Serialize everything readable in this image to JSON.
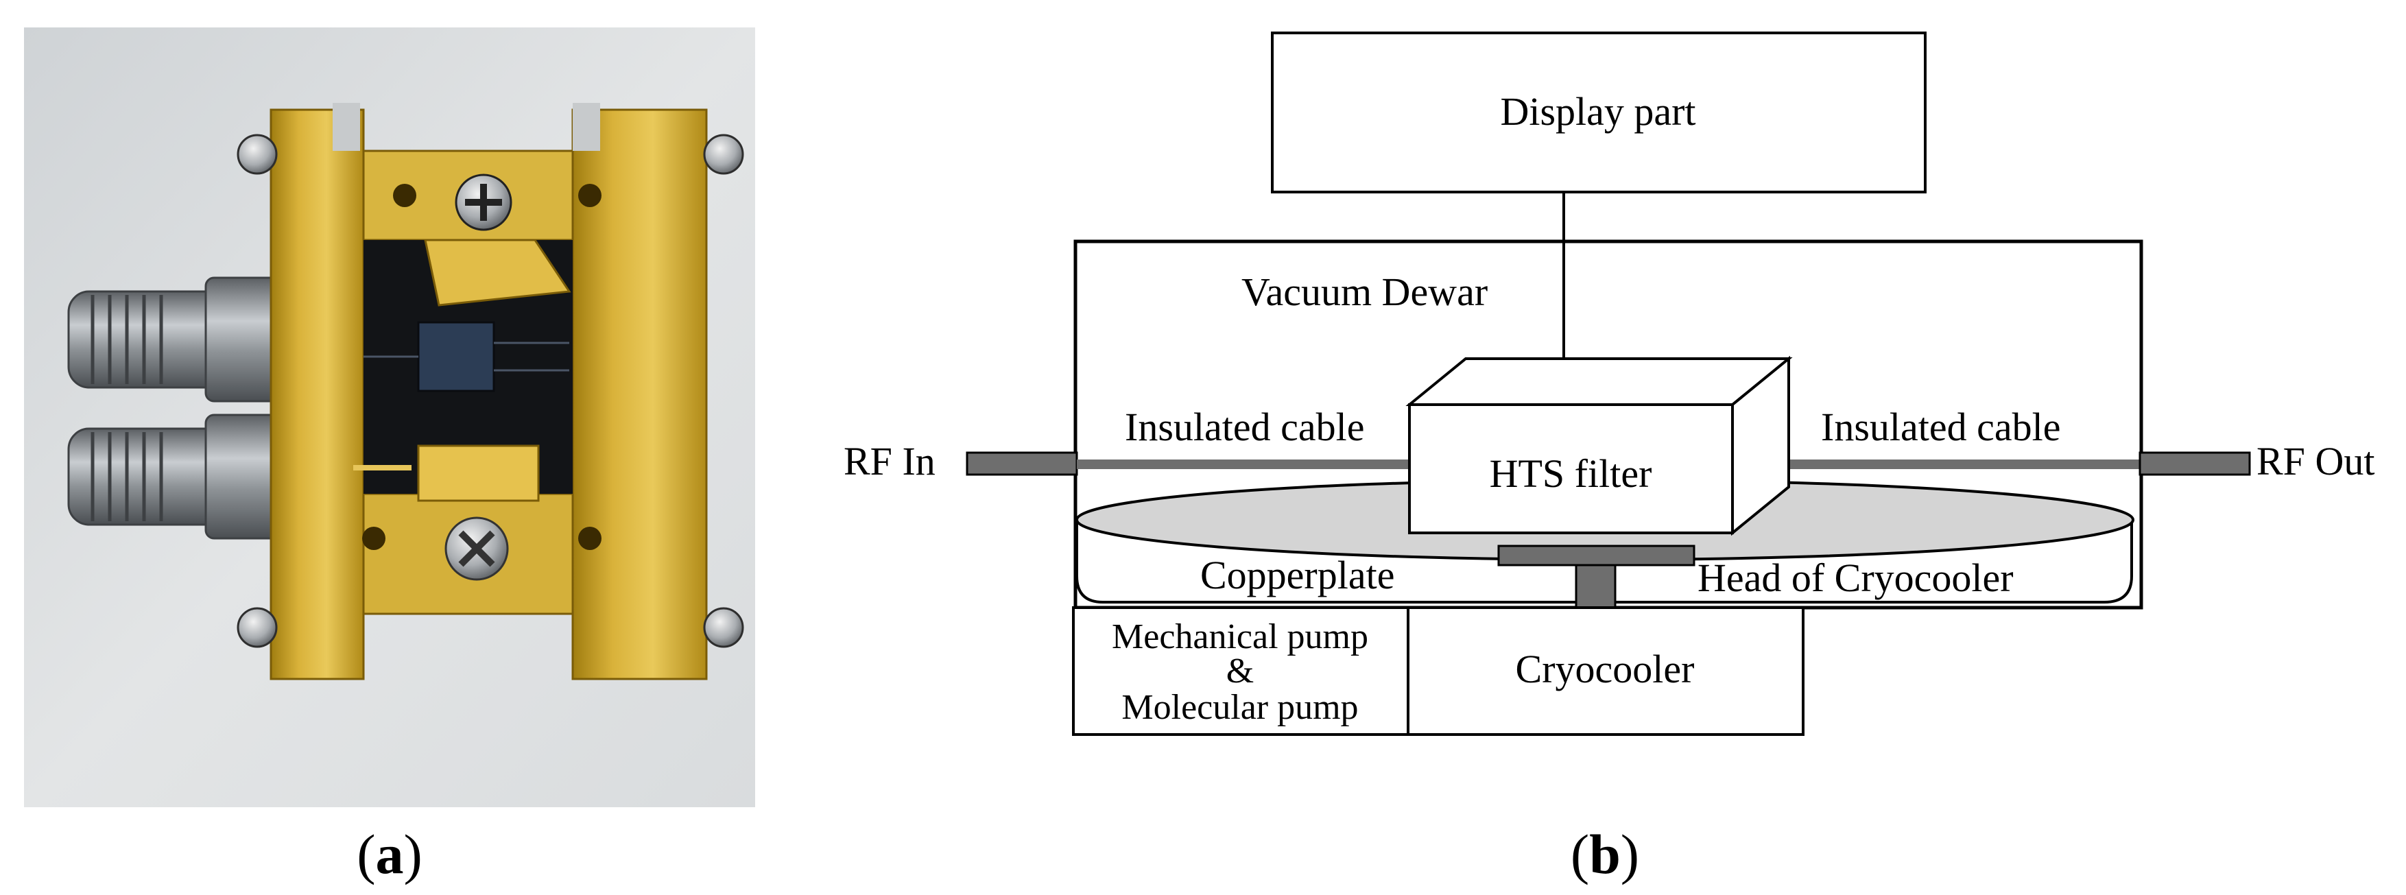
{
  "panels": {
    "a": {
      "caption_prefix": "(",
      "caption_letter": "a",
      "caption_suffix": ")"
    },
    "b": {
      "caption_prefix": "(",
      "caption_letter": "b",
      "caption_suffix": ")"
    }
  },
  "diagram": {
    "display_part": "Display part",
    "vacuum_dewar": "Vacuum Dewar",
    "insulated_cable_left": "Insulated cable",
    "insulated_cable_right": "Insulated cable",
    "hts_filter": "HTS filter",
    "rf_in": "RF In",
    "rf_out": "RF Out",
    "copperplate": "Copperplate",
    "head_of_cryocooler": "Head of Cryocooler",
    "mechanical_pump": "Mechanical pump",
    "ampersand": "&",
    "molecular_pump": "Molecular pump",
    "cryocooler": "Cryocooler"
  },
  "colors": {
    "gold": "#c9a21f",
    "gold_light": "#e4c14a",
    "gold_dark": "#8a6a0c",
    "cable_gray": "#6e6e6e",
    "plate_gray": "#d6d6d6"
  }
}
